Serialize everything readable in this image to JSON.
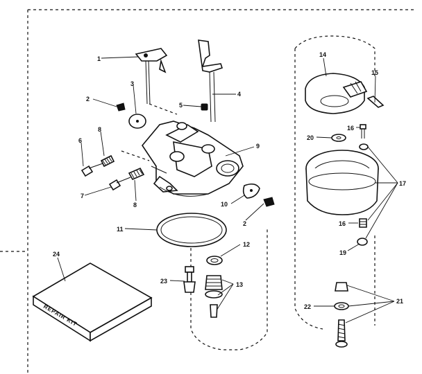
{
  "callouts": {
    "c1": "1",
    "c2a": "2",
    "c2b": "2",
    "c3": "3",
    "c4": "4",
    "c5": "5",
    "c6": "6",
    "c7": "7",
    "c8a": "8",
    "c8b": "8",
    "c9": "9",
    "c10": "10",
    "c11": "11",
    "c12": "12",
    "c13": "13",
    "c14": "14",
    "c15": "15",
    "c16a": "16",
    "c16b": "16",
    "c17": "17",
    "c19": "19",
    "c20": "20",
    "c21": "21",
    "c22": "22",
    "c23": "23",
    "c24": "24"
  },
  "repair_kit_label": "REPAIR KIT"
}
